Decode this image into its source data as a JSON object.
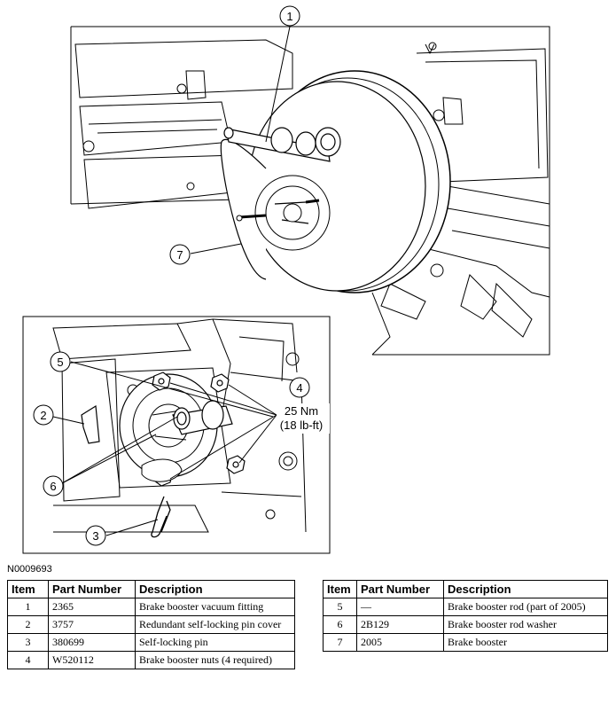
{
  "figure_id": "N0009693",
  "callouts": [
    {
      "id": "callout-1",
      "label": "1"
    },
    {
      "id": "callout-2",
      "label": "2"
    },
    {
      "id": "callout-3",
      "label": "3"
    },
    {
      "id": "callout-4",
      "label": "4"
    },
    {
      "id": "callout-5",
      "label": "5"
    },
    {
      "id": "callout-6",
      "label": "6"
    },
    {
      "id": "callout-7",
      "label": "7"
    }
  ],
  "torque_spec": {
    "metric": "25 Nm",
    "imperial": "(18 lb-ft)"
  },
  "table_headers": {
    "item": "Item",
    "part_number": "Part Number",
    "description": "Description"
  },
  "parts_left": [
    {
      "item": "1",
      "part_number": "2365",
      "description": "Brake booster vacuum fitting"
    },
    {
      "item": "2",
      "part_number": "3757",
      "description": "Redundant self-locking pin cover"
    },
    {
      "item": "3",
      "part_number": "380699",
      "description": "Self-locking pin"
    },
    {
      "item": "4",
      "part_number": "W520112",
      "description": "Brake booster nuts (4 required)"
    }
  ],
  "parts_right": [
    {
      "item": "5",
      "part_number": "—",
      "description": "Brake booster rod (part of 2005)"
    },
    {
      "item": "6",
      "part_number": "2B129",
      "description": "Brake booster rod washer"
    },
    {
      "item": "7",
      "part_number": "2005",
      "description": "Brake booster"
    }
  ]
}
